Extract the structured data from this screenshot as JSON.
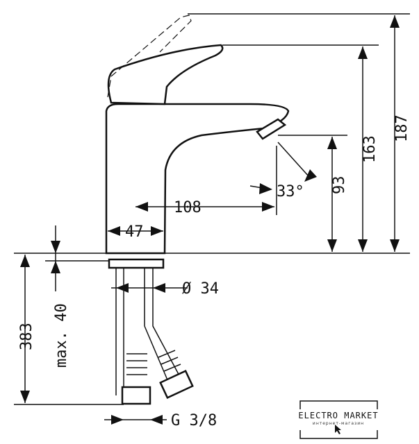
{
  "dimensions": {
    "spout_reach": "108",
    "body_width": "47",
    "spout_angle": "33°",
    "spout_height": "93",
    "lever_height": "163",
    "total_height": "187",
    "hole_diameter": "Ø 34",
    "hose_length": "383",
    "max_thickness": "max. 40",
    "thread": "G 3/8"
  },
  "watermark": {
    "title": "ELECTRO MARKET",
    "subtitle": "интернет-магазин"
  }
}
